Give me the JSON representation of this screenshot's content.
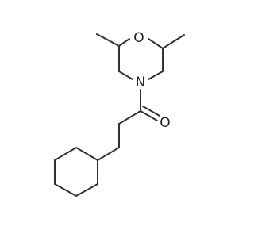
{
  "molecule": {
    "atoms": {
      "oxygen_ring": "O",
      "nitrogen_ring": "N",
      "oxygen_carbonyl": "O"
    },
    "colors": {
      "bond": "#333333",
      "label": "#222222",
      "background": "#ffffff"
    }
  }
}
